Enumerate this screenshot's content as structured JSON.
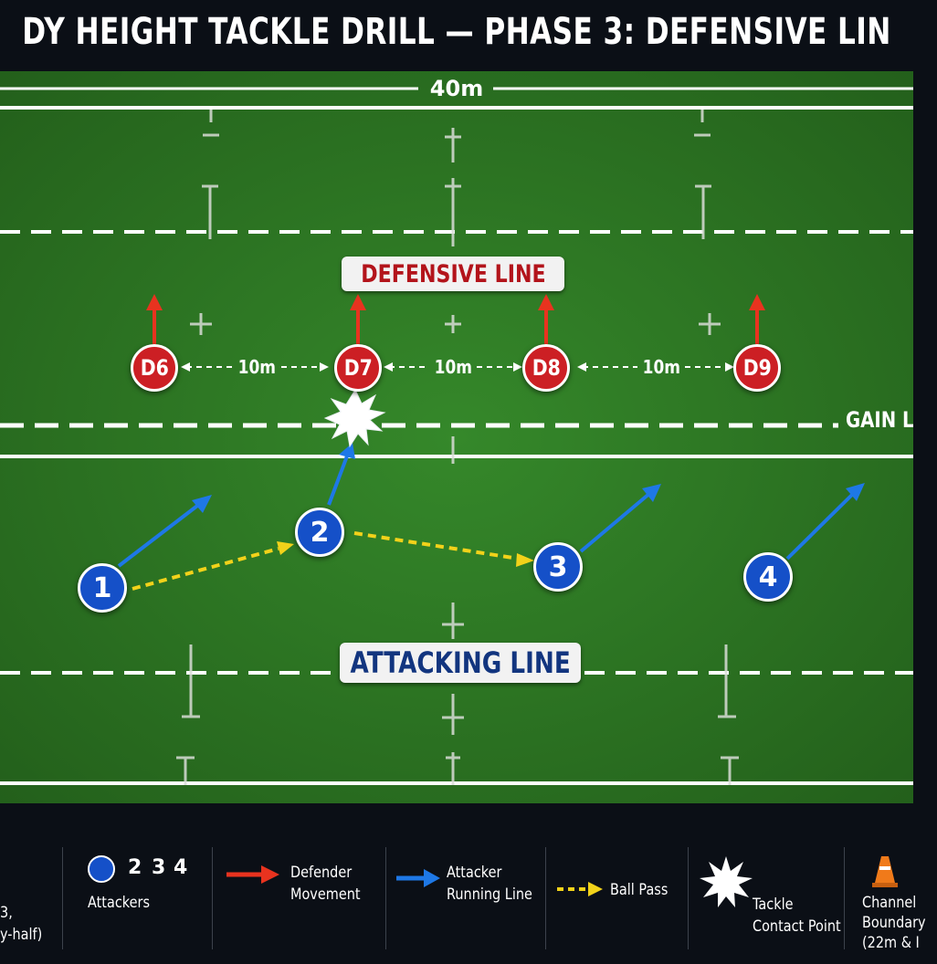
{
  "title": "DY HEIGHT TACKLE DRILL — PHASE 3: DEFENSIVE LIN",
  "pitch": {
    "width_label": "40m",
    "defensive_line_label": "DEFENSIVE LINE",
    "attacking_line_label": "ATTACKING LINE",
    "gain_line_label": "GAIN L"
  },
  "defenders": [
    {
      "label": "D6"
    },
    {
      "label": "D7"
    },
    {
      "label": "D8"
    },
    {
      "label": "D9"
    }
  ],
  "defender_gaps": [
    "10m",
    "10m",
    "10m"
  ],
  "attackers": [
    {
      "label": "1"
    },
    {
      "label": "2"
    },
    {
      "label": "3"
    },
    {
      "label": "4"
    }
  ],
  "legend": {
    "partial_left": [
      "3,",
      "y-half)"
    ],
    "attackers_numbers": [
      "2",
      "3",
      "4"
    ],
    "attackers_label": "Attackers",
    "defender_movement": [
      "Defender",
      "Movement"
    ],
    "attacker_running_line": [
      "Attacker",
      "Running Line"
    ],
    "ball_pass": "Ball Pass",
    "tackle_contact": [
      "Tackle",
      "Contact Point"
    ],
    "channel_boundary": [
      "Channel",
      "Boundary",
      "(22m & I"
    ]
  },
  "colors": {
    "pitch_green": "#2f7d24",
    "defender_red": "#cc1f24",
    "attacker_blue": "#1550c8",
    "pass_yellow": "#f2d21a",
    "defender_arrow": "#e8331f",
    "attacker_arrow": "#1e78e6",
    "cone_orange": "#f07a1a"
  }
}
